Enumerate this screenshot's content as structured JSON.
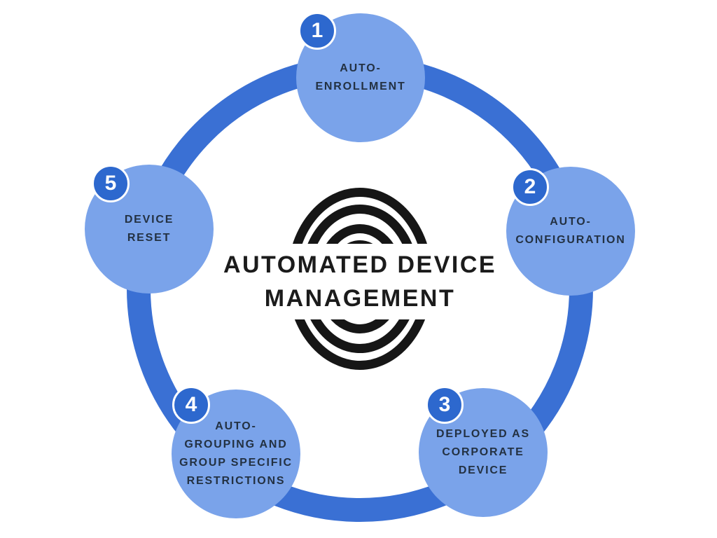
{
  "diagram": {
    "title": {
      "line1": "AUTOMATED DEVICE",
      "line2": "MANAGEMENT"
    },
    "nodes": [
      {
        "number": "1",
        "name": "auto-enrollment",
        "lines": [
          "AUTO-",
          "ENROLLMENT"
        ]
      },
      {
        "number": "2",
        "name": "auto-configuration",
        "lines": [
          "AUTO-",
          "CONFIGURATION"
        ]
      },
      {
        "number": "3",
        "name": "deployed-as-corporate-device",
        "lines": [
          "DEPLOYED AS",
          "CORPORATE",
          "DEVICE"
        ]
      },
      {
        "number": "4",
        "name": "auto-grouping-and-group-specific-restrictions",
        "lines": [
          "AUTO-",
          "GROUPING AND",
          "GROUP SPECIFIC",
          "RESTRICTIONS"
        ]
      },
      {
        "number": "5",
        "name": "device-reset",
        "lines": [
          "DEVICE",
          "RESET"
        ]
      }
    ],
    "colors": {
      "ring": "#3a70d4",
      "node_fill": "#7aa3ea",
      "badge_fill": "#2d68ce",
      "label_text": "#233142",
      "title_text": "#1b1b1b",
      "icon": "#161616",
      "background": "#ffffff"
    }
  }
}
